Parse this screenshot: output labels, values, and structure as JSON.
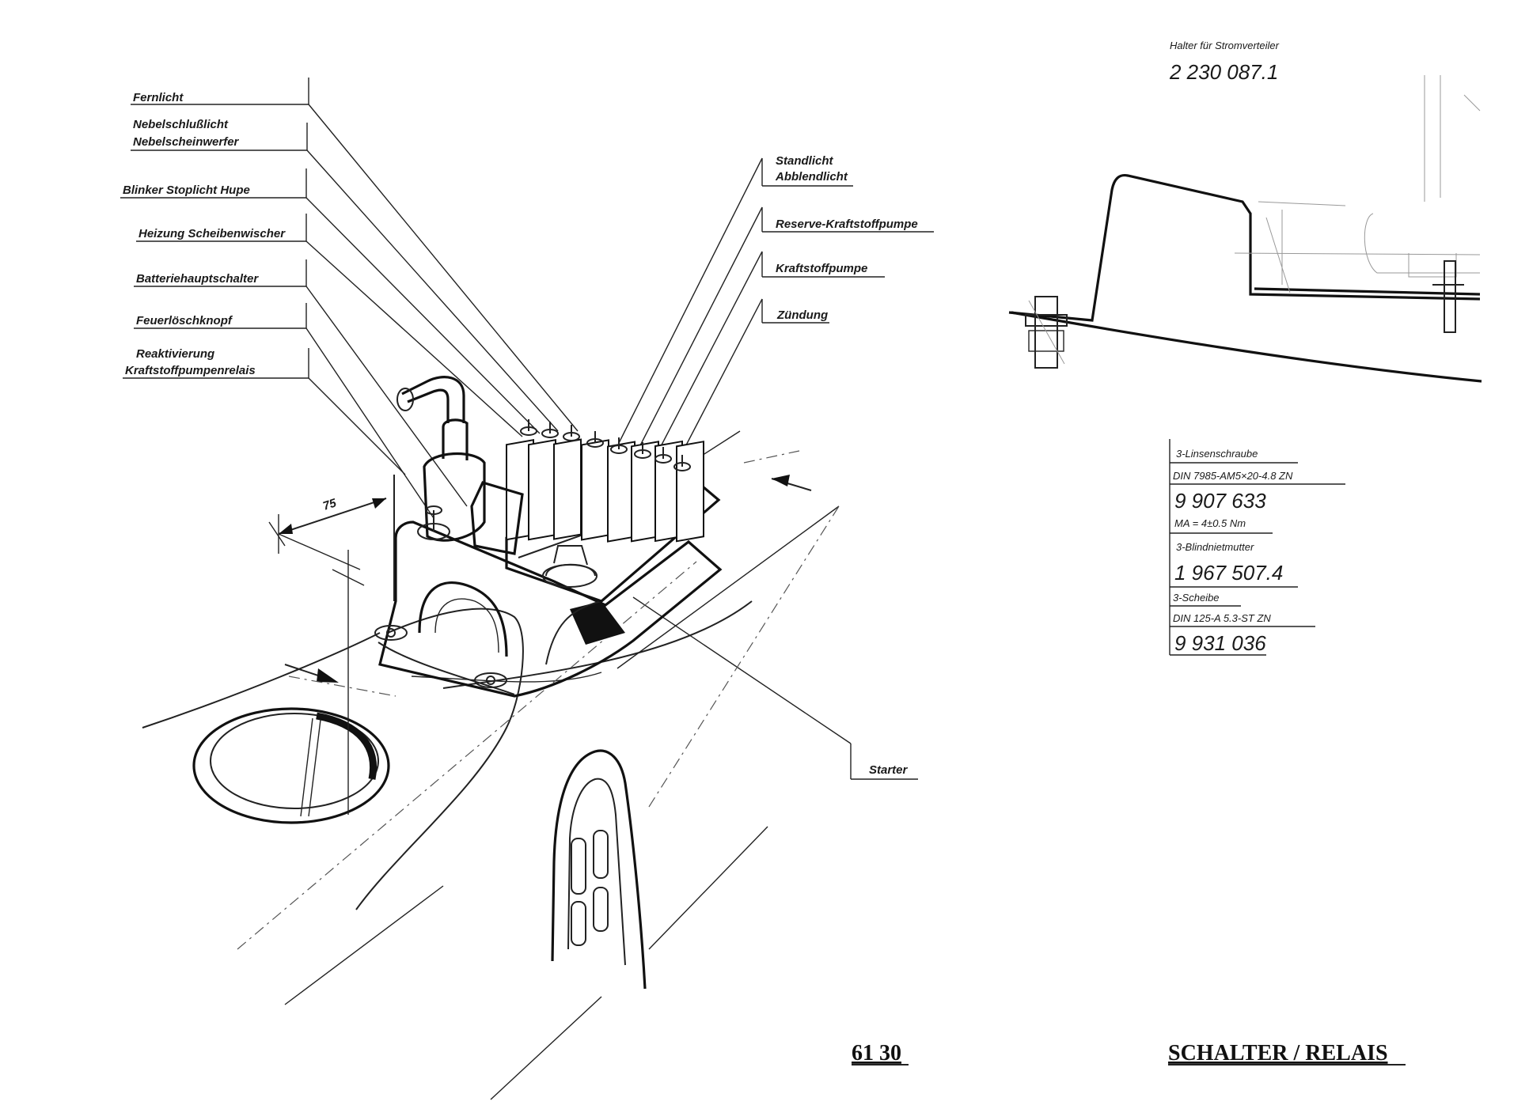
{
  "labels_left": [
    "Fernlicht",
    "Nebelschlußlicht",
    "Nebelscheinwerfer",
    "Blinker  Stoplicht  Hupe",
    "Heizung  Scheibenwischer",
    "Batteriehauptschalter",
    "Feuerlöschknopf",
    "Reaktivierung",
    "Kraftstoffpumpenrelais"
  ],
  "labels_right": [
    "Standlicht",
    "Abblendlicht",
    "Reserve-Kraftstoffpumpe",
    "Kraftstoffpumpe",
    "Zündung"
  ],
  "starter_label": "Starter",
  "dimension": "75",
  "detail_title": "Halter für Stromverteiler",
  "detail_part": "2 230 087.1",
  "parts": {
    "screw_name": "3-Linsenschraube",
    "screw_spec": "DIN 7985-AM5×20-4.8 ZN",
    "screw_number": "9 907 633",
    "torque": "MA = 4±0.5 Nm",
    "nut_name": "3-Blindnietmutter",
    "nut_number": "1 967 507.4",
    "washer_name": "3-Scheibe",
    "washer_spec": "DIN 125-A 5.3-ST ZN",
    "washer_number": "9 931 036"
  },
  "footer": {
    "page_number": "61 30",
    "section_title": "SCHALTER / RELAIS"
  }
}
